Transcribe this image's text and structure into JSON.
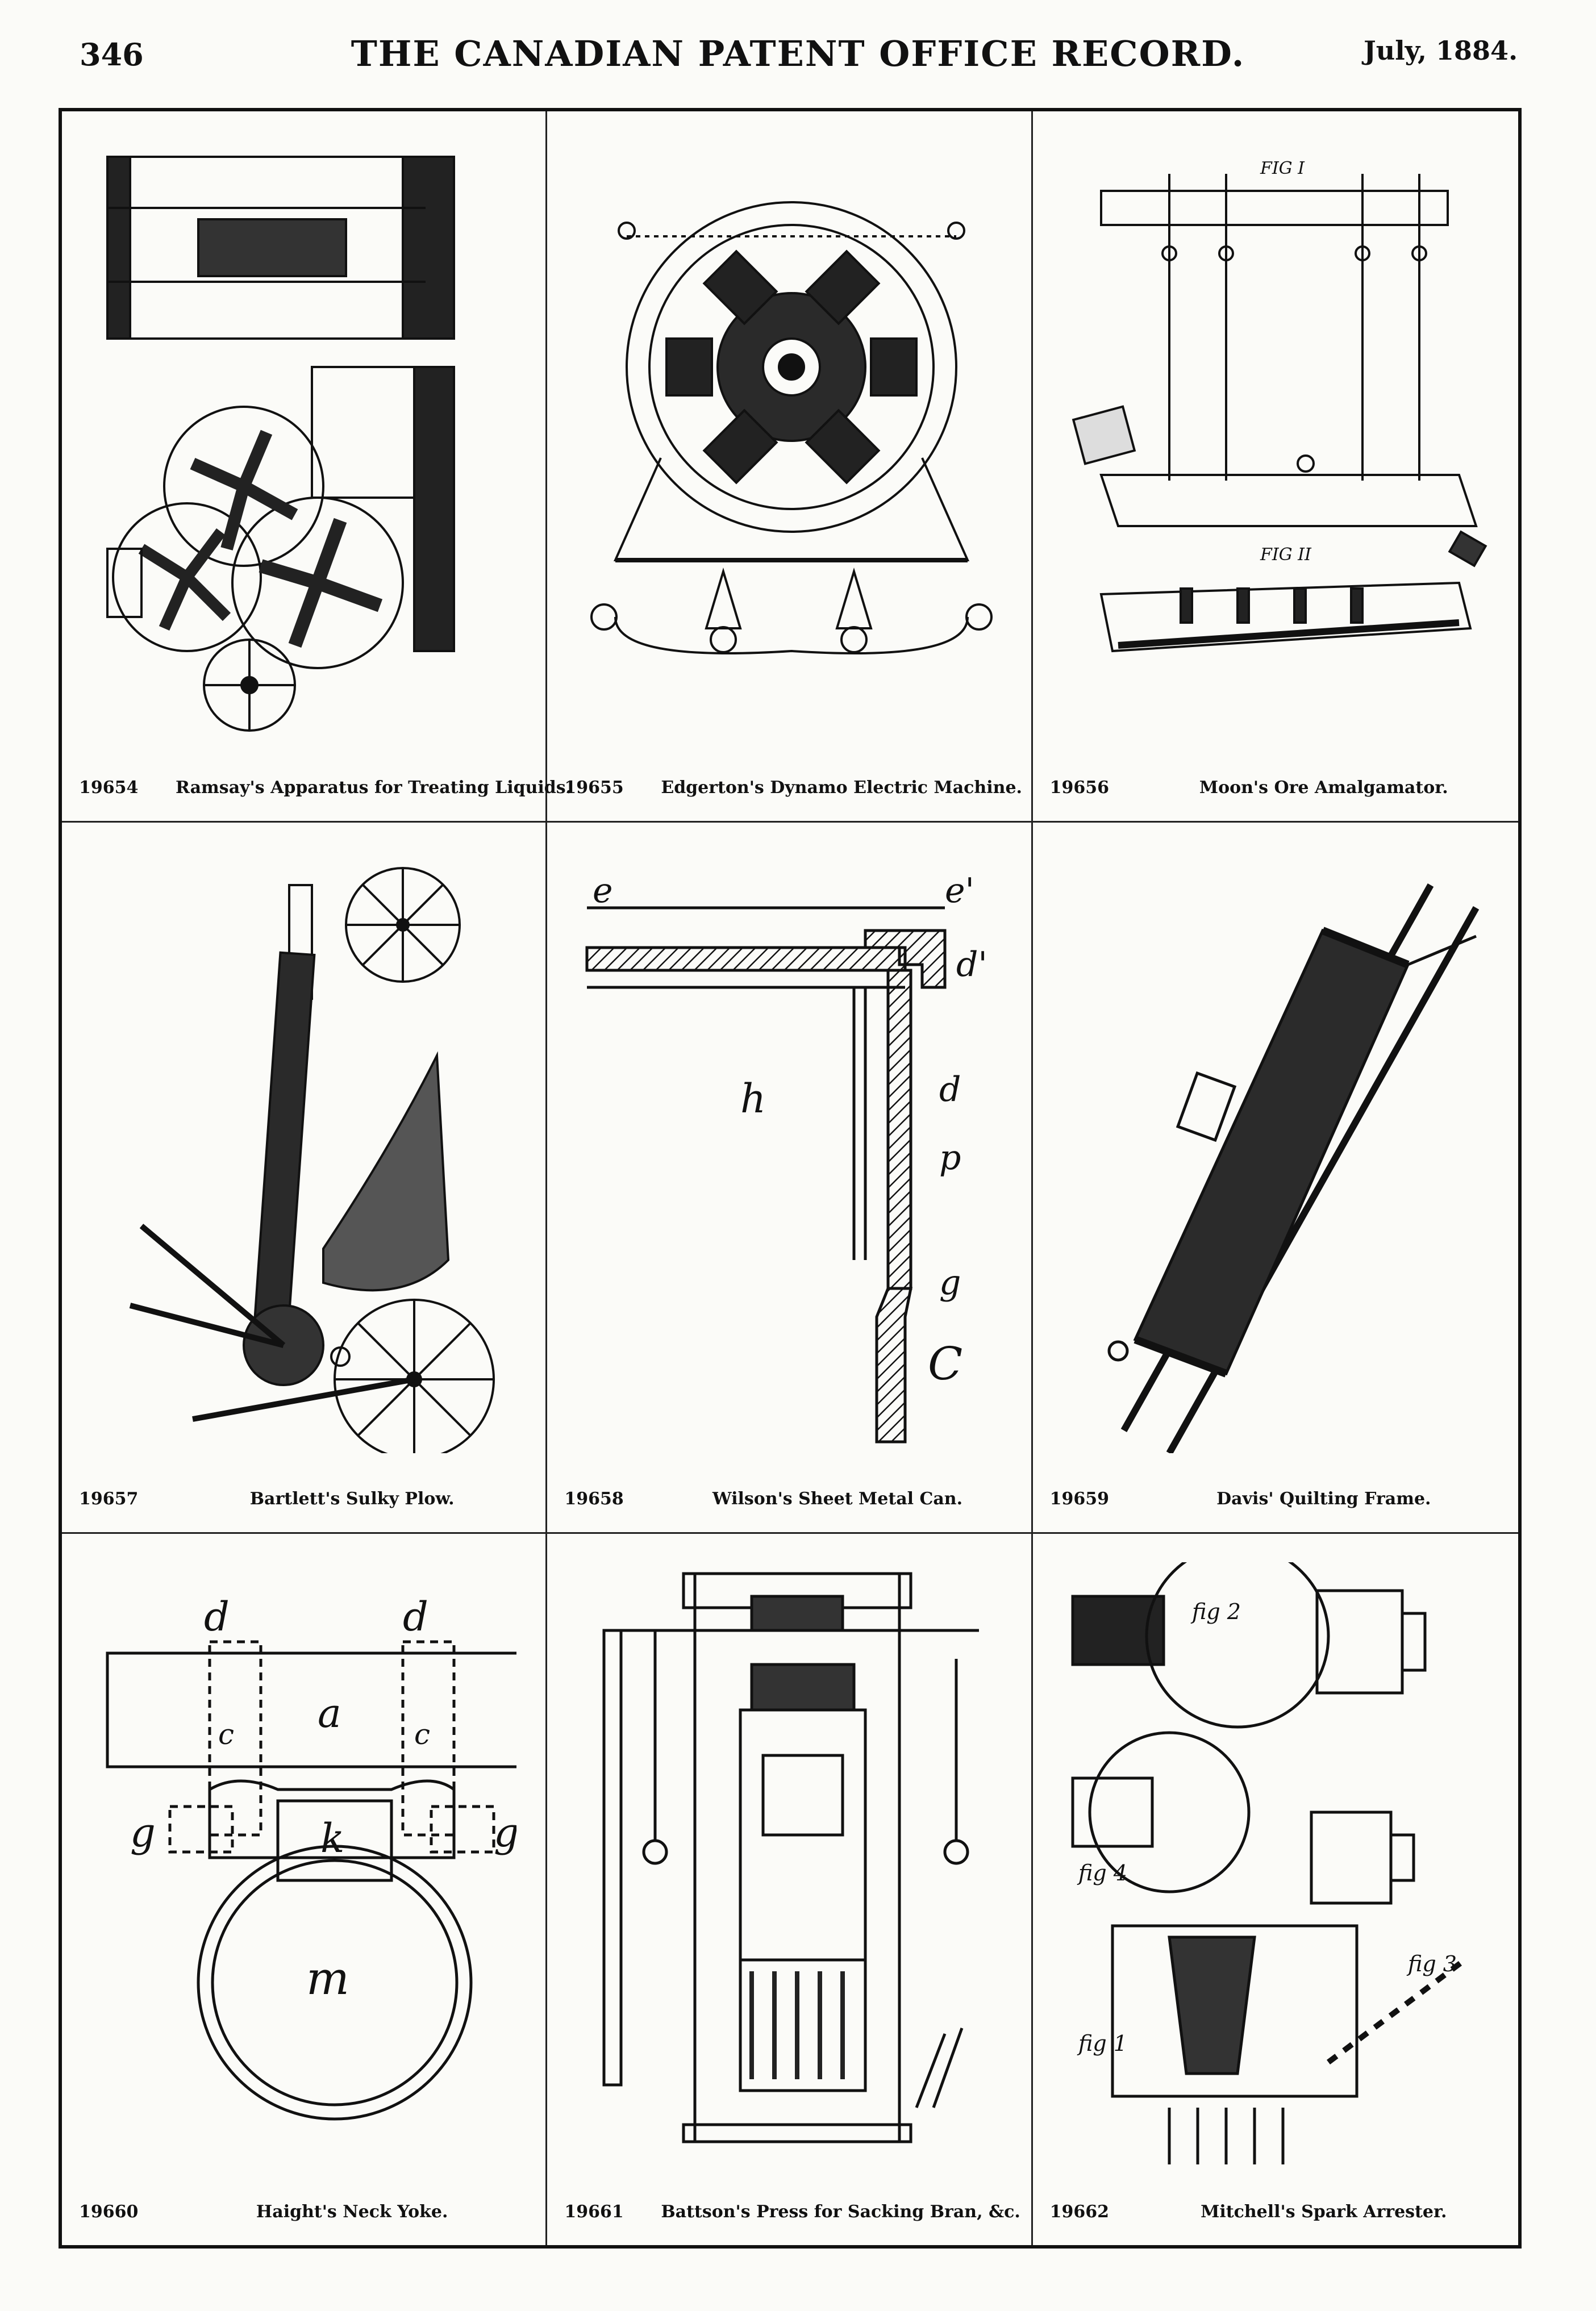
{
  "header": {
    "page_number": "346",
    "journal_title": "THE CANADIAN PATENT OFFICE RECORD.",
    "issue_date": "July, 1884."
  },
  "plates": [
    {
      "number": "19654",
      "title": "Ramsay's Apparatus for Treating Liquids."
    },
    {
      "number": "19655",
      "title": "Edgerton's Dynamo Electric Machine."
    },
    {
      "number": "19656",
      "title": "Moon's Ore Amalgamator."
    },
    {
      "number": "19657",
      "title": "Bartlett's Sulky Plow."
    },
    {
      "number": "19658",
      "title": "Wilson's Sheet Metal Can."
    },
    {
      "number": "19659",
      "title": "Davis' Quilting Frame."
    },
    {
      "number": "19660",
      "title": "Haight's Neck Yoke."
    },
    {
      "number": "19661",
      "title": "Battson's Press for Sacking Bran, &c."
    },
    {
      "number": "19662",
      "title": "Mitchell's Spark Arrester."
    }
  ],
  "figure_labels": {
    "moon_fig_1": "FIG I",
    "moon_fig_2": "FIG II",
    "wilson": [
      "e",
      "e'",
      "d'",
      "h",
      "d",
      "p",
      "g",
      "C"
    ],
    "haight": [
      "d",
      "d",
      "a",
      "c",
      "c",
      "g",
      "g",
      "k",
      "m"
    ],
    "mitchell": [
      "fig 2",
      "fig 4",
      "fig 3",
      "fig 1"
    ]
  },
  "colors": {
    "ink": "#111111",
    "paper": "#fbfbf8"
  }
}
